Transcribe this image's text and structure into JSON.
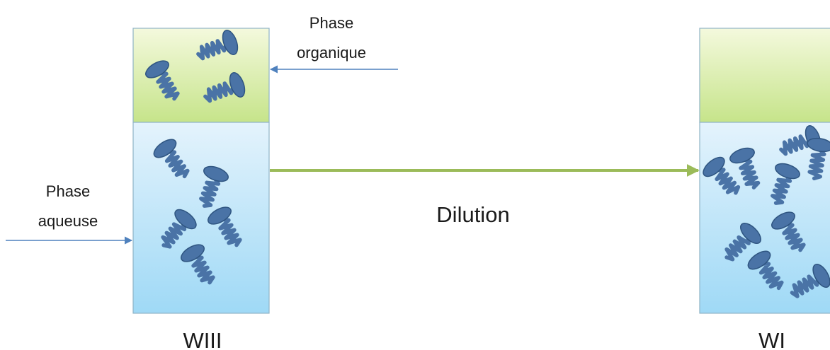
{
  "labels": {
    "organic_phase": [
      "Phase",
      "organique"
    ],
    "aqueous_phase": [
      "Phase",
      "aqueuse"
    ],
    "process": "Dilution",
    "left_system": "WIII",
    "right_system": "WI"
  },
  "colors": {
    "organic_fill_top": "#f4f9dd",
    "organic_fill_bottom": "#c6e48a",
    "aqueous_fill_top": "#e4f3fc",
    "aqueous_fill_bottom": "#9fd9f6",
    "container_stroke": "#8fb3c6",
    "input_arrow": "#4f81bd",
    "dilution_arrow": "#9bbb59",
    "molecule": "#4a73a6",
    "molecule_dark": "#2f5581"
  },
  "icons": {
    "molecule": "surfactant-molecule-icon"
  }
}
